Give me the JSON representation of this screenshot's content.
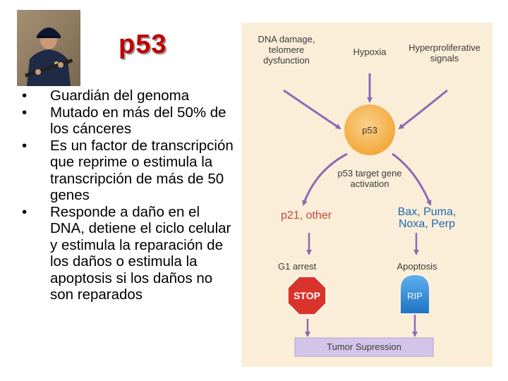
{
  "slide": {
    "title": "p53",
    "bullets": [
      "Guardián del genoma",
      "Mutado en más del 50% de los cánceres",
      "Es un factor de transcripción que reprime o estimula la transcripción de más de 50 genes",
      "Responde a daño en el DNA, detiene el ciclo celular y estimula la reparación de los daños o estimula la apoptosis si los daños no son reparados"
    ]
  },
  "diagram": {
    "inputs": {
      "dna_damage": "DNA damage,\ntelomere\ndysfunction",
      "hypoxia": "Hypoxia",
      "hyperproliferative": "Hyperproliferative\nsignals"
    },
    "p53_node": "p53",
    "activation": "p53 target gene\nactivation",
    "left_genes": "p21, other",
    "right_genes": "Bax, Puma,\nNoxa, Perp",
    "g1_arrest": "G1 arrest",
    "apoptosis": "Apoptosis",
    "stop_sign": "STOP",
    "rip_sign": "RIP",
    "result": "Tumor Supression",
    "colors": {
      "panel_bg": "#fbeed8",
      "arrow_purple": "#8b6bb4",
      "p53_orange": "#f2a83a",
      "stop_red": "#d9342b",
      "rip_blue": "#2f8fd8",
      "result_lavender": "#d3c4ea",
      "gene_blue": "#1d67b3",
      "gene_red": "#c8453a"
    }
  }
}
